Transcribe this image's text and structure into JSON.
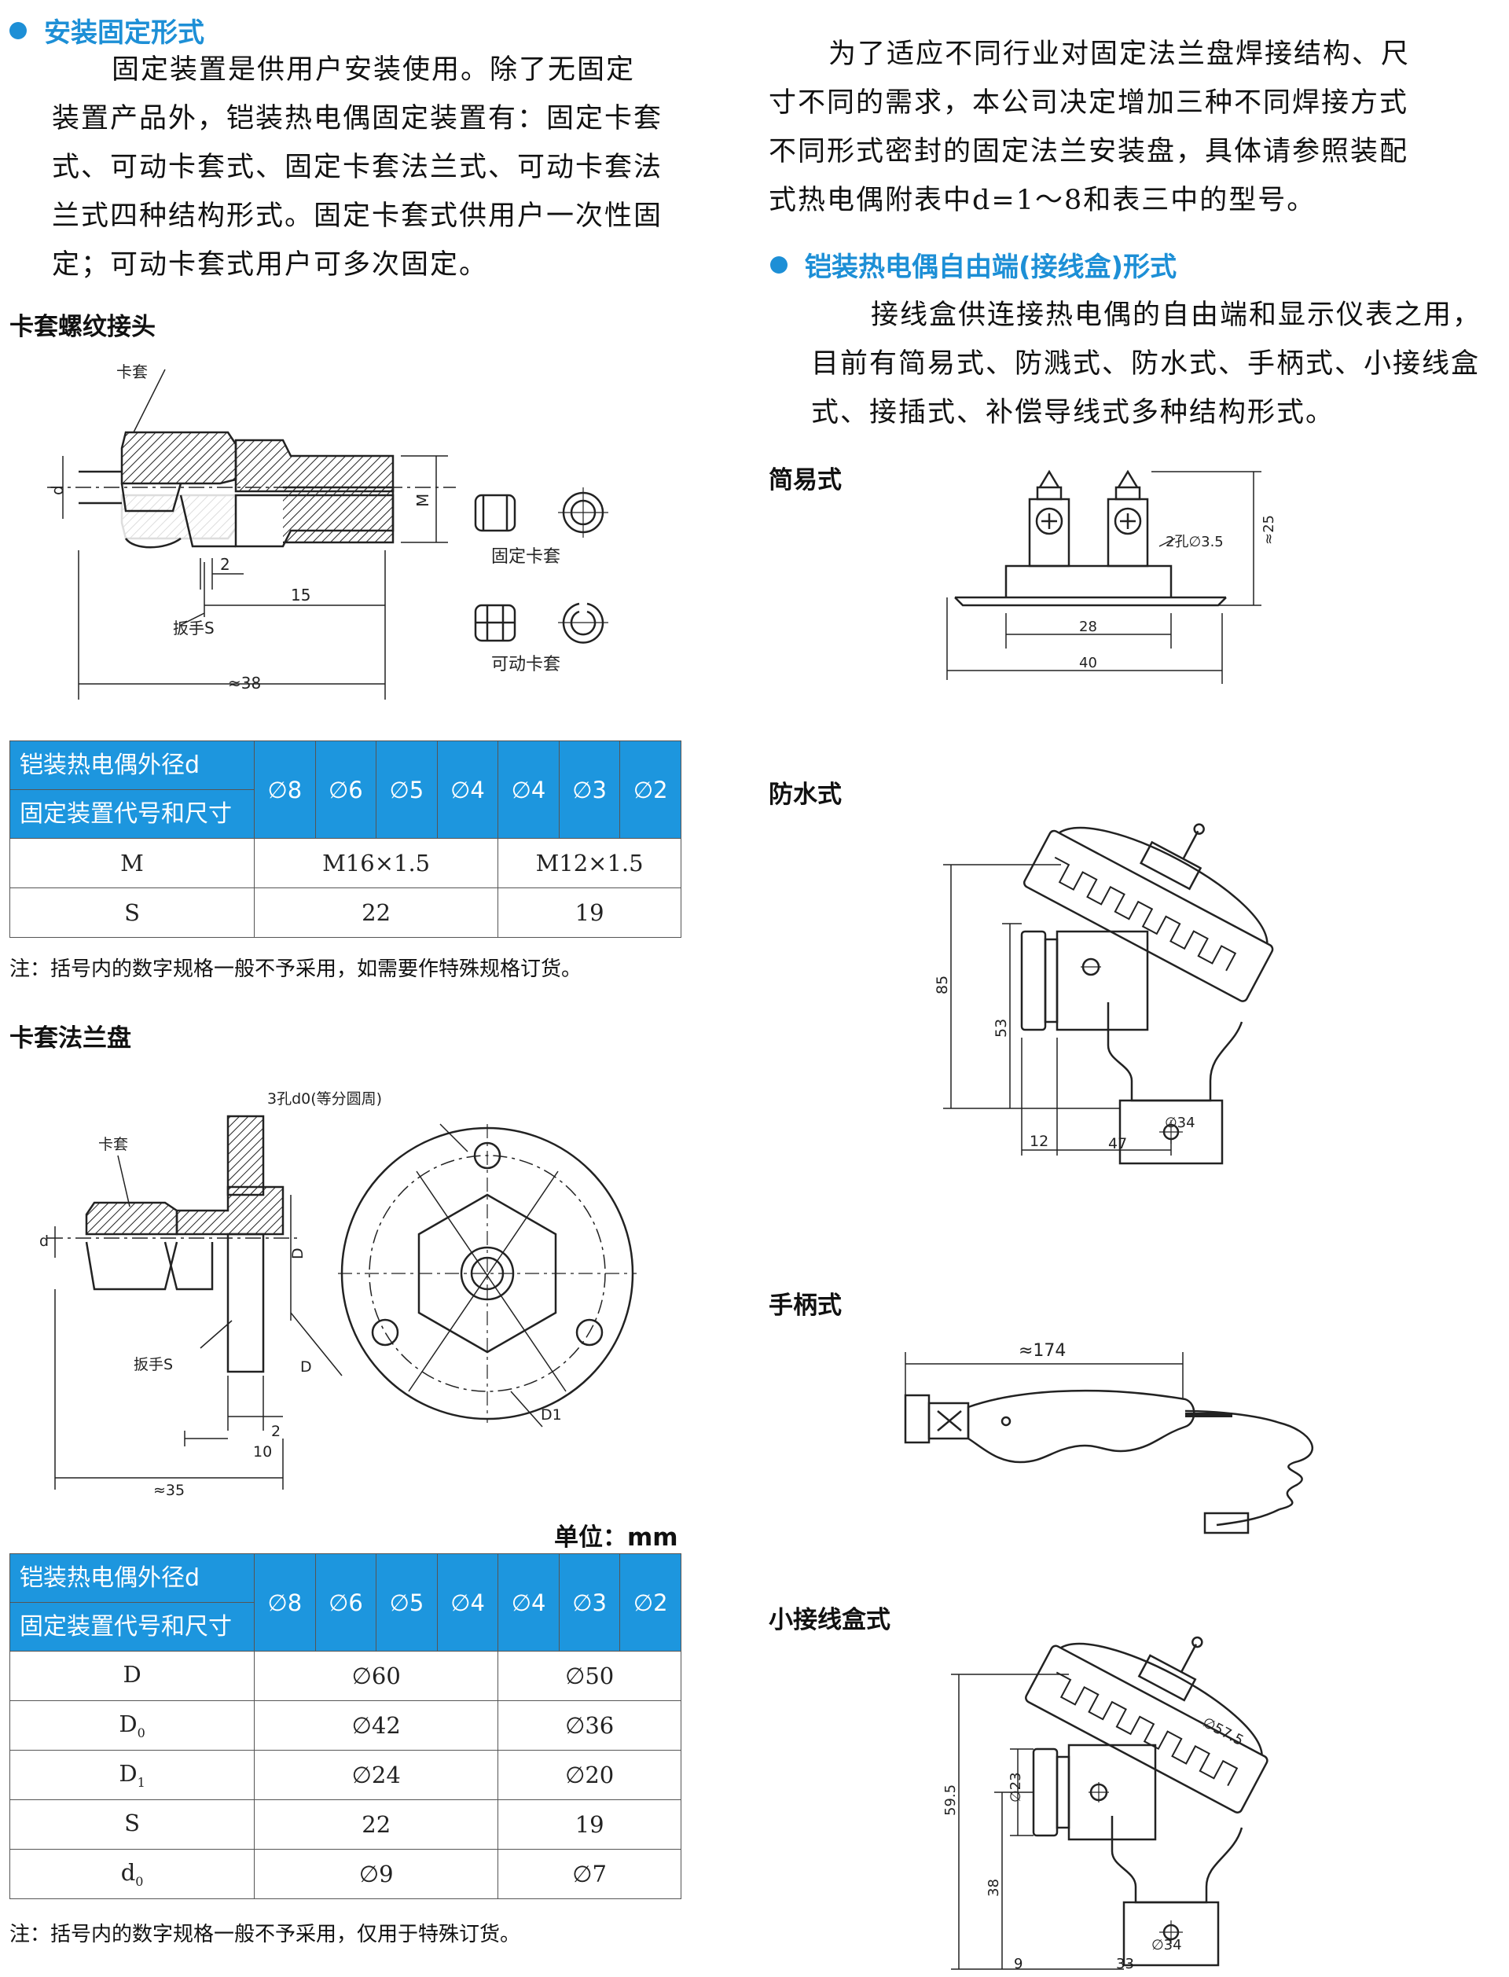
{
  "left": {
    "section1": {
      "title": "安装固定形式",
      "lines": [
        "固定装置是供用户安装使用。除了无固定",
        "装置产品外，铠装热电偶固定装置有：固定卡套",
        "式、可动卡套式、固定卡套法兰式、可动卡套法",
        "兰式四种结构形式。固定卡套式供用户一次性固",
        "定；可动卡套式用户可多次固定。"
      ]
    },
    "fig1": {
      "label": "卡套螺纹接头",
      "callouts": {
        "sleeve": "卡套",
        "wrench": "扳手S",
        "fixed": "固定卡套",
        "movable": "可动卡套",
        "d": "d",
        "m": "M",
        "dim2": "2",
        "dim15": "15",
        "dim38": "≈38"
      }
    },
    "table1": {
      "header_top": "铠装热电偶外径d",
      "header_bottom": "固定装置代号和尺寸",
      "cols": [
        "∅8",
        "∅6",
        "∅5",
        "∅4",
        "∅4",
        "∅3",
        "∅2"
      ],
      "rows": [
        {
          "label": "M",
          "a": "M16×1.5",
          "b": "M12×1.5"
        },
        {
          "label": "S",
          "a": "22",
          "b": "19"
        }
      ]
    },
    "note1": "注：括号内的数字规格一般不予采用，如需要作特殊规格订货。",
    "fig2": {
      "label": "卡套法兰盘",
      "callouts": {
        "holes": "3孔d0(等分圆周)",
        "sleeve": "卡套",
        "wrench": "扳手S",
        "d": "d",
        "D": "D",
        "D_lbl": "D",
        "D1": "D1",
        "dim2": "2",
        "dim10": "10",
        "dim35": "≈35"
      }
    },
    "unit": "单位：mm",
    "table2": {
      "header_top": "铠装热电偶外径d",
      "header_bottom": "固定装置代号和尺寸",
      "cols": [
        "∅8",
        "∅6",
        "∅5",
        "∅4",
        "∅4",
        "∅3",
        "∅2"
      ],
      "rows": [
        {
          "label": "D",
          "sub": "",
          "a": "∅60",
          "b": "∅50"
        },
        {
          "label": "D",
          "sub": "0",
          "a": "∅42",
          "b": "∅36"
        },
        {
          "label": "D",
          "sub": "1",
          "a": "∅24",
          "b": "∅20"
        },
        {
          "label": "S",
          "sub": "",
          "a": "22",
          "b": "19"
        },
        {
          "label": "d",
          "sub": "0",
          "a": "∅9",
          "b": "∅7"
        }
      ]
    },
    "note2": "注：括号内的数字规格一般不予采用，仅用于特殊订货。"
  },
  "right": {
    "intro_lines": [
      "为了适应不同行业对固定法兰盘焊接结构、尺",
      "寸不同的需求，本公司决定增加三种不同焊接方式",
      "不同形式密封的固定法兰安装盘，具体请参照装配",
      "式热电偶附表中d=1～8和表三中的型号。"
    ],
    "section2": {
      "title": "铠装热电偶自由端(接线盒)形式",
      "lines": [
        "接线盒供连接热电偶的自由端和显示仪表之用，",
        "目前有简易式、防溅式、防水式、手柄式、小接线盒",
        "式、接插式、补偿导线式多种结构形式。"
      ]
    },
    "simple": {
      "label": "简易式",
      "dims": {
        "holes": "2孔∅3.5",
        "h": "≈25",
        "w28": "28",
        "w40": "40"
      }
    },
    "waterproof": {
      "label": "防水式",
      "dims": {
        "h85": "85",
        "h53": "53",
        "w12": "12",
        "w47": "47",
        "d34": "∅34"
      }
    },
    "handle": {
      "label": "手柄式",
      "dims": {
        "len": "≈174"
      }
    },
    "small": {
      "label": "小接线盒式",
      "dims": {
        "h595": "59.5",
        "h38": "38",
        "d23": "∅23",
        "d575": "∅57.5",
        "d34": "∅34",
        "w9": "9",
        "w33": "33"
      }
    }
  }
}
